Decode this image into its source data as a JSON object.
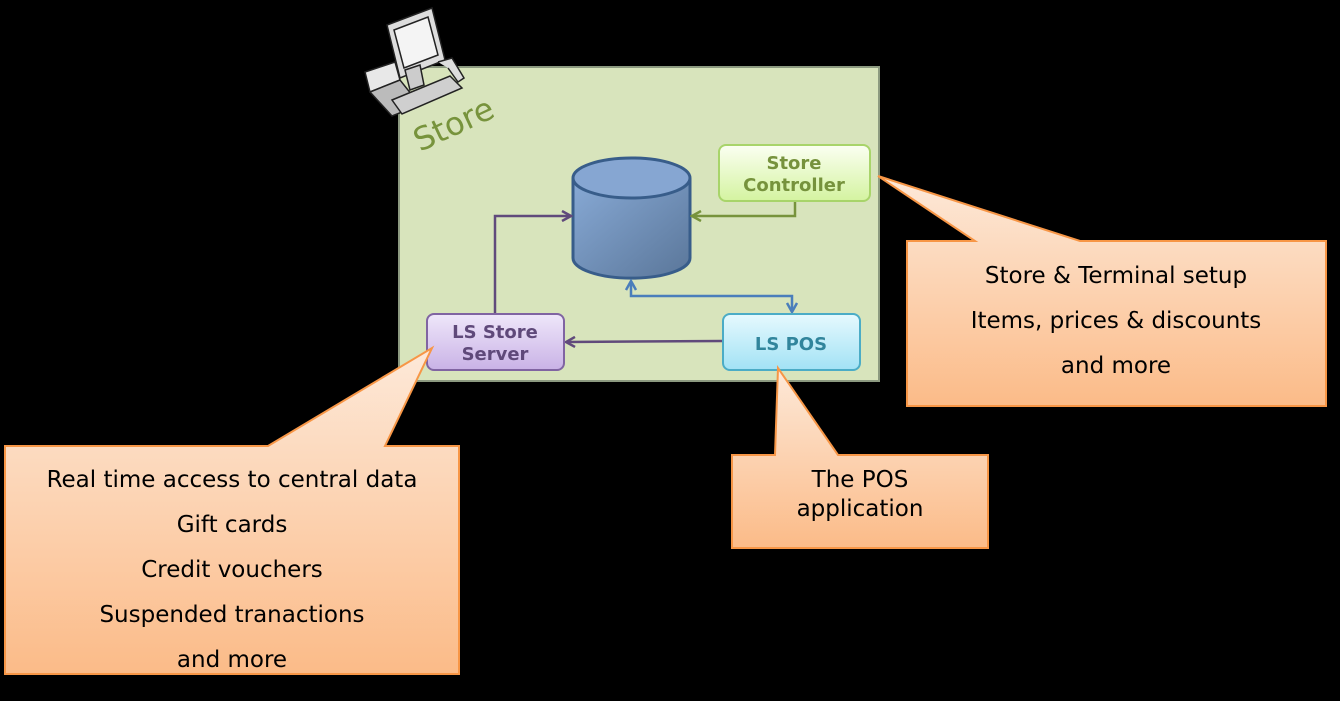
{
  "store": {
    "label": "Store",
    "icon": "pos-terminal-icon"
  },
  "nodes": {
    "database": {
      "icon": "database-icon"
    },
    "store_controller": {
      "line1": "Store",
      "line2": "Controller"
    },
    "ls_store_server": {
      "line1": "LS Store",
      "line2": "Server"
    },
    "ls_pos": {
      "label": "LS POS"
    }
  },
  "callouts": {
    "store_controller": {
      "lines": [
        "Store & Terminal setup",
        "Items, prices & discounts",
        "and more"
      ]
    },
    "ls_pos": {
      "lines": [
        "The POS",
        "application"
      ]
    },
    "ls_store_server": {
      "lines": [
        "Real time access to central data",
        "Gift cards",
        "Credit vouchers",
        "Suspended tranactions",
        "and more"
      ]
    }
  },
  "colors": {
    "background": "#000000",
    "store_fill": "#d8e4bc",
    "callout_border": "#f79646",
    "controller_text": "#76923c",
    "server_text": "#5f497a",
    "pos_text": "#31859c",
    "database_fill": "#7a9cc8"
  }
}
